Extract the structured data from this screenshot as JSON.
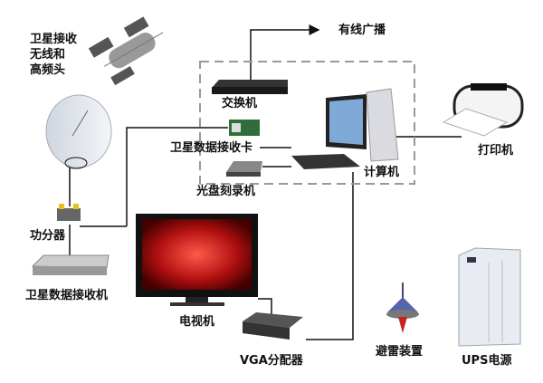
{
  "labels": {
    "satellite": [
      "卫星接收",
      "无线和",
      "高频头"
    ],
    "cable_broadcast": "有线广播",
    "switch": "交换机",
    "satellite_card": "卫星数据接收卡",
    "computer": "计算机",
    "printer": "打印机",
    "disc_burner": "光盘刻录机",
    "splitter": "功分器",
    "satellite_receiver": "卫星数据接收机",
    "tv": "电视机",
    "vga_splitter": "VGA分配器",
    "lightning_protection": "避雷装置",
    "ups": "UPS电源"
  }
}
